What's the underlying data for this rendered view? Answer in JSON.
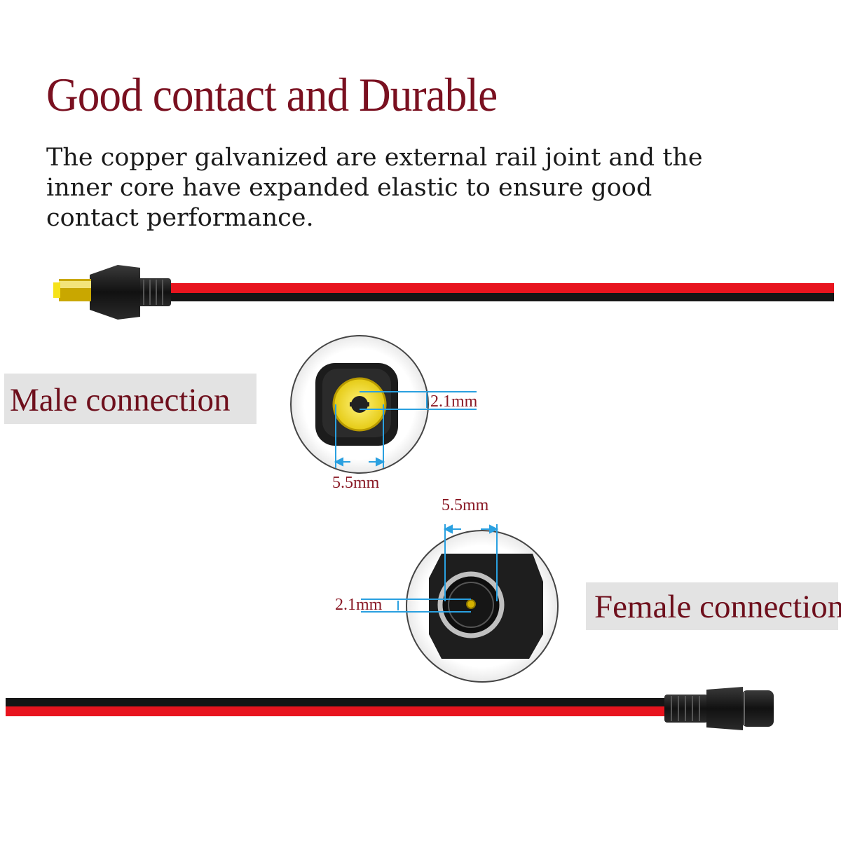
{
  "heading": "Good contact and Durable",
  "description": "The copper galvanized are external rail joint and the inner core have expanded elastic to ensure good contact performance.",
  "male": {
    "label": "Male connection",
    "inner_diameter": "2.1mm",
    "outer_diameter": "5.5mm"
  },
  "female": {
    "label": "Female connection",
    "inner_diameter": "2.1mm",
    "outer_diameter": "5.5mm"
  },
  "colors": {
    "heading": "#7a1020",
    "wire_red": "#e8141e",
    "wire_black": "#151515",
    "dimension_line": "#2aa0e0",
    "label_bg": "#e3e3e3"
  }
}
